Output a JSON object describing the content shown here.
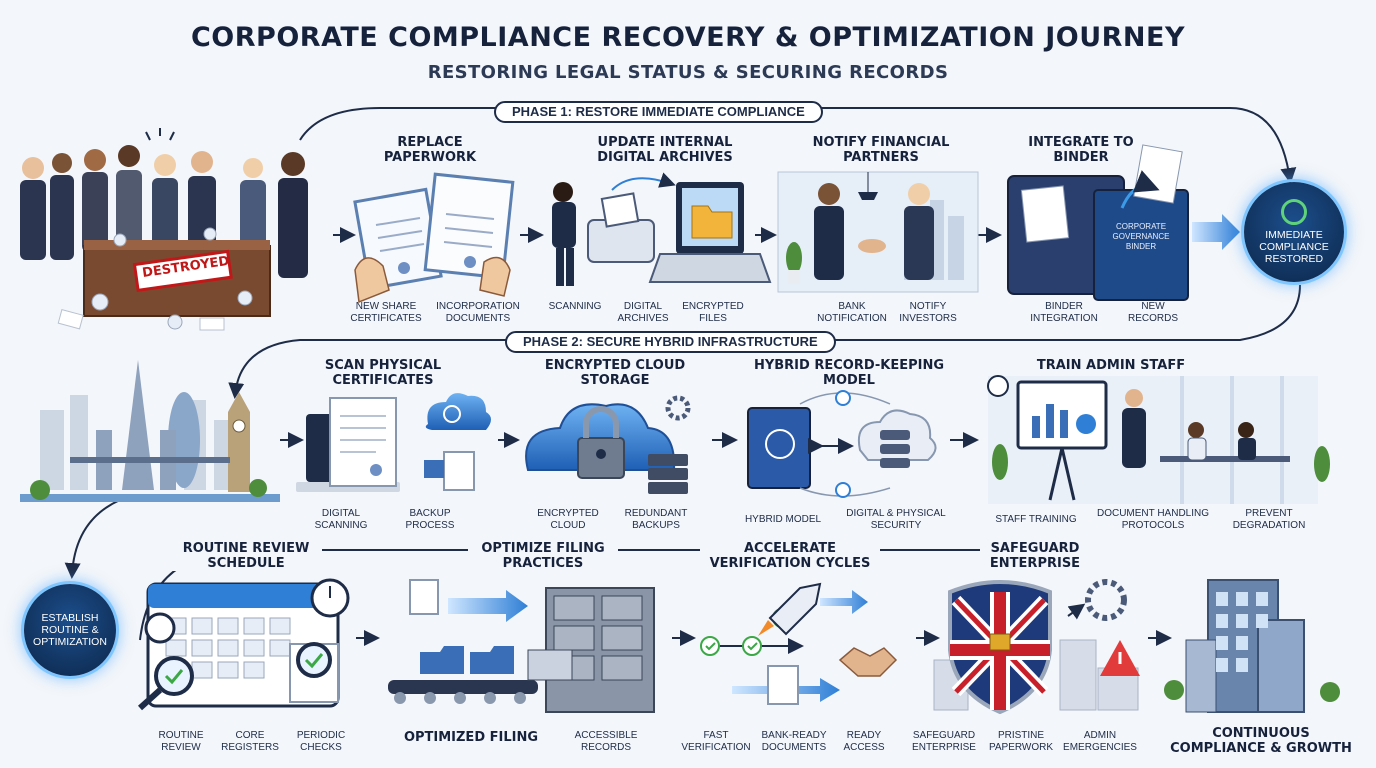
{
  "header": {
    "title": "CORPORATE COMPLIANCE RECOVERY & OPTIMIZATION JOURNEY",
    "subtitle": "RESTORING LEGAL STATUS & SECURING RECORDS"
  },
  "phase1": {
    "label": "PHASE 1: RESTORE IMMEDIATE COMPLIANCE",
    "stamp": "DESTROYED",
    "steps": [
      {
        "title": "REPLACE PAPERWORK",
        "captions": [
          "NEW SHARE CERTIFICATES",
          "INCORPORATION DOCUMENTS"
        ]
      },
      {
        "title": "UPDATE INTERNAL DIGITAL ARCHIVES",
        "captions": [
          "SCANNING",
          "DIGITAL ARCHIVES",
          "ENCRYPTED FILES"
        ]
      },
      {
        "title": "NOTIFY FINANCIAL PARTNERS",
        "captions": [
          "BANK NOTIFICATION",
          "NOTIFY INVESTORS"
        ]
      },
      {
        "title": "INTEGRATE TO BINDER",
        "captions": [
          "BINDER INTEGRATION",
          "NEW RECORDS"
        ],
        "binder_label": "CORPORATE GOVERNANCE BINDER"
      }
    ],
    "milestone": [
      "IMMEDIATE",
      "COMPLIANCE",
      "RESTORED"
    ]
  },
  "phase2": {
    "label": "PHASE 2: SECURE HYBRID INFRASTRUCTURE",
    "steps": [
      {
        "title": "SCAN PHYSICAL CERTIFICATES",
        "captions": [
          "DIGITAL SCANNING",
          "BACKUP PROCESS"
        ]
      },
      {
        "title": "ENCRYPTED CLOUD STORAGE",
        "captions": [
          "ENCRYPTED CLOUD",
          "REDUNDANT BACKUPS"
        ]
      },
      {
        "title": "HYBRID RECORD-KEEPING MODEL",
        "captions": [
          "HYBRID MODEL",
          "DIGITAL & PHYSICAL SECURITY"
        ]
      },
      {
        "title": "TRAIN ADMIN STAFF",
        "captions": [
          "STAFF TRAINING",
          "DOCUMENT HANDLING PROTOCOLS",
          "PREVENT DEGRADATION"
        ]
      }
    ]
  },
  "phase3": {
    "milestone": [
      "ESTABLISH",
      "ROUTINE &",
      "OPTIMIZATION"
    ],
    "steps": [
      {
        "title": "ROUTINE REVIEW SCHEDULE",
        "captions": [
          "ROUTINE REVIEW",
          "CORE REGISTERS",
          "PERIODIC CHECKS"
        ]
      },
      {
        "title": "OPTIMIZE FILING PRACTICES",
        "captions": [
          "OPTIMIZED FILING",
          "ACCESSIBLE RECORDS"
        ]
      },
      {
        "title": "ACCELERATE VERIFICATION CYCLES",
        "captions": [
          "FAST VERIFICATION",
          "BANK-READY DOCUMENTS",
          "READY ACCESS"
        ]
      },
      {
        "title": "SAFEGUARD ENTERPRISE",
        "captions": [
          "SAFEGUARD ENTERPRISE",
          "PRISTINE PAPERWORK",
          "ADMIN EMERGENCIES"
        ]
      }
    ],
    "final": "CONTINUOUS COMPLIANCE & GROWTH"
  },
  "colors": {
    "navy": "#16223c",
    "accent": "#2f7fd6",
    "glow": "#7fc6ff",
    "check": "#3aa845",
    "stamp": "#c01818"
  }
}
